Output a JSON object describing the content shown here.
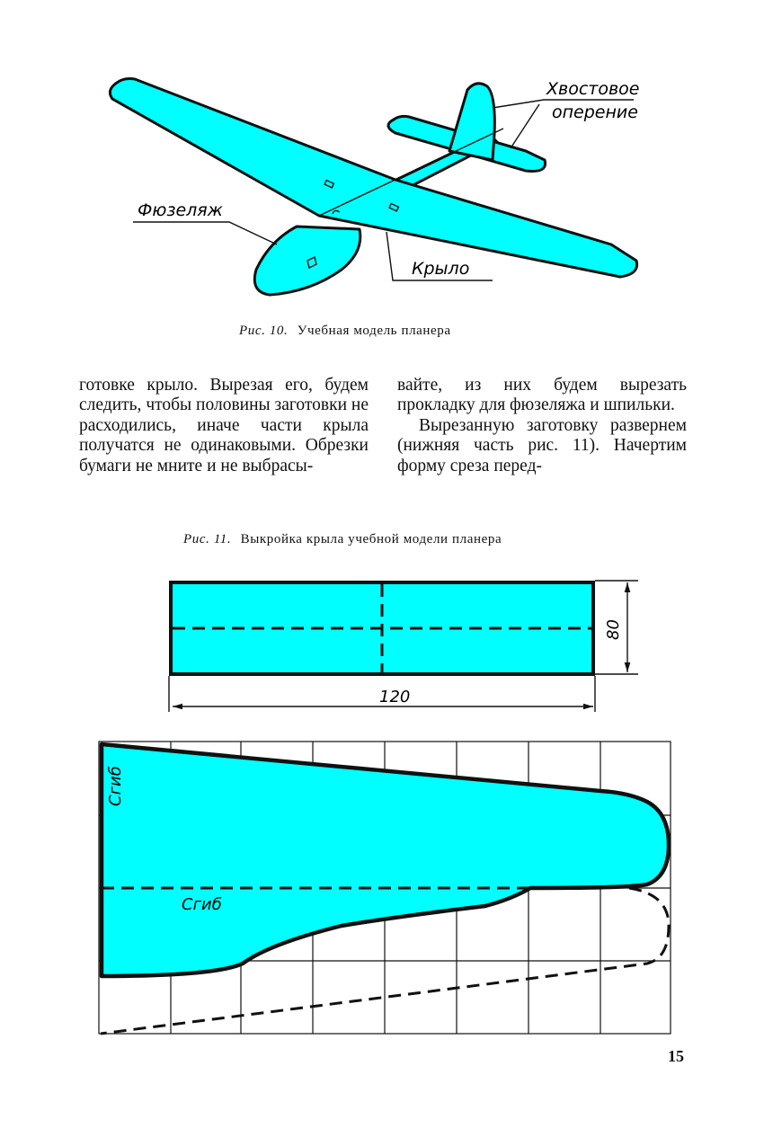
{
  "figure10": {
    "labels": {
      "tail_line1": "Хвостовое",
      "tail_line2": "оперение",
      "fuselage": "Фюзеляж",
      "wing": "Крыло"
    },
    "caption_number": "Рис. 10.",
    "caption_text": "Учебная модель планера"
  },
  "body_text": {
    "left_column": "готовке крыло. Вырезая его, будем следить, чтобы половины заготовки не расходились, иначе части крыла получатся не одинаковыми. Обрезки бумаги не мните и не выбрасы-",
    "right_column_p1": "вайте, из них будем вырезать прокладку для фюзеляжа и шпильки.",
    "right_column_p2": "Вырезанную заготовку развернем (нижняя часть рис. 11). Начертим форму среза перед-"
  },
  "figure11": {
    "caption_number": "Рис. 11.",
    "caption_text": "Выкройка крыла учебной модели планера",
    "dim_width": "120",
    "dim_height": "80",
    "fold_label_vertical": "Сгиб",
    "fold_label_horizontal": "Сгиб"
  },
  "page_number": "15",
  "colors": {
    "fill": "#00ffff",
    "ink": "#111111",
    "paper": "#ffffff"
  }
}
